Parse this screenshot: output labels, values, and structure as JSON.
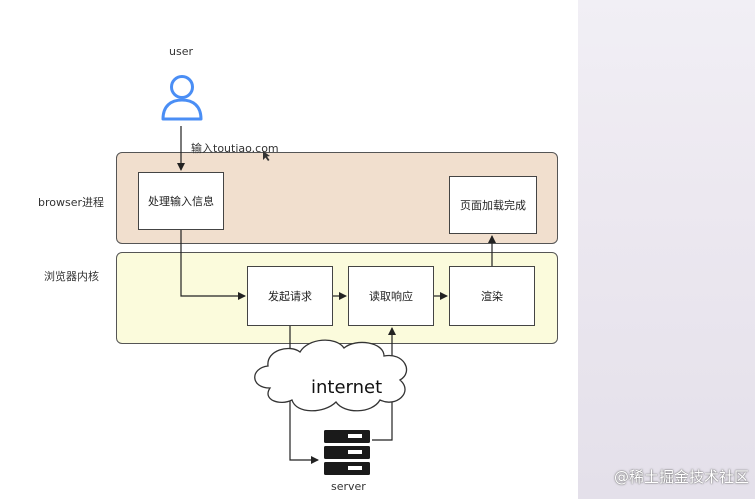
{
  "user_label": "user",
  "url_input_label": "输入toutiao.com",
  "browser_process_label": "browser进程",
  "kernel_label": "浏览器内核",
  "boxes": {
    "handle_input": "处理输入信息",
    "page_loaded": "页面加载完成",
    "send_request": "发起请求",
    "read_response": "读取响应",
    "render": "渲染"
  },
  "internet_label": "internet",
  "server_label": "server",
  "watermark": "@稀土掘金技术社区",
  "colors": {
    "browser_band": "#f1dfce",
    "kernel_band": "#fbfbdc",
    "user_icon": "#4a8ef5"
  }
}
